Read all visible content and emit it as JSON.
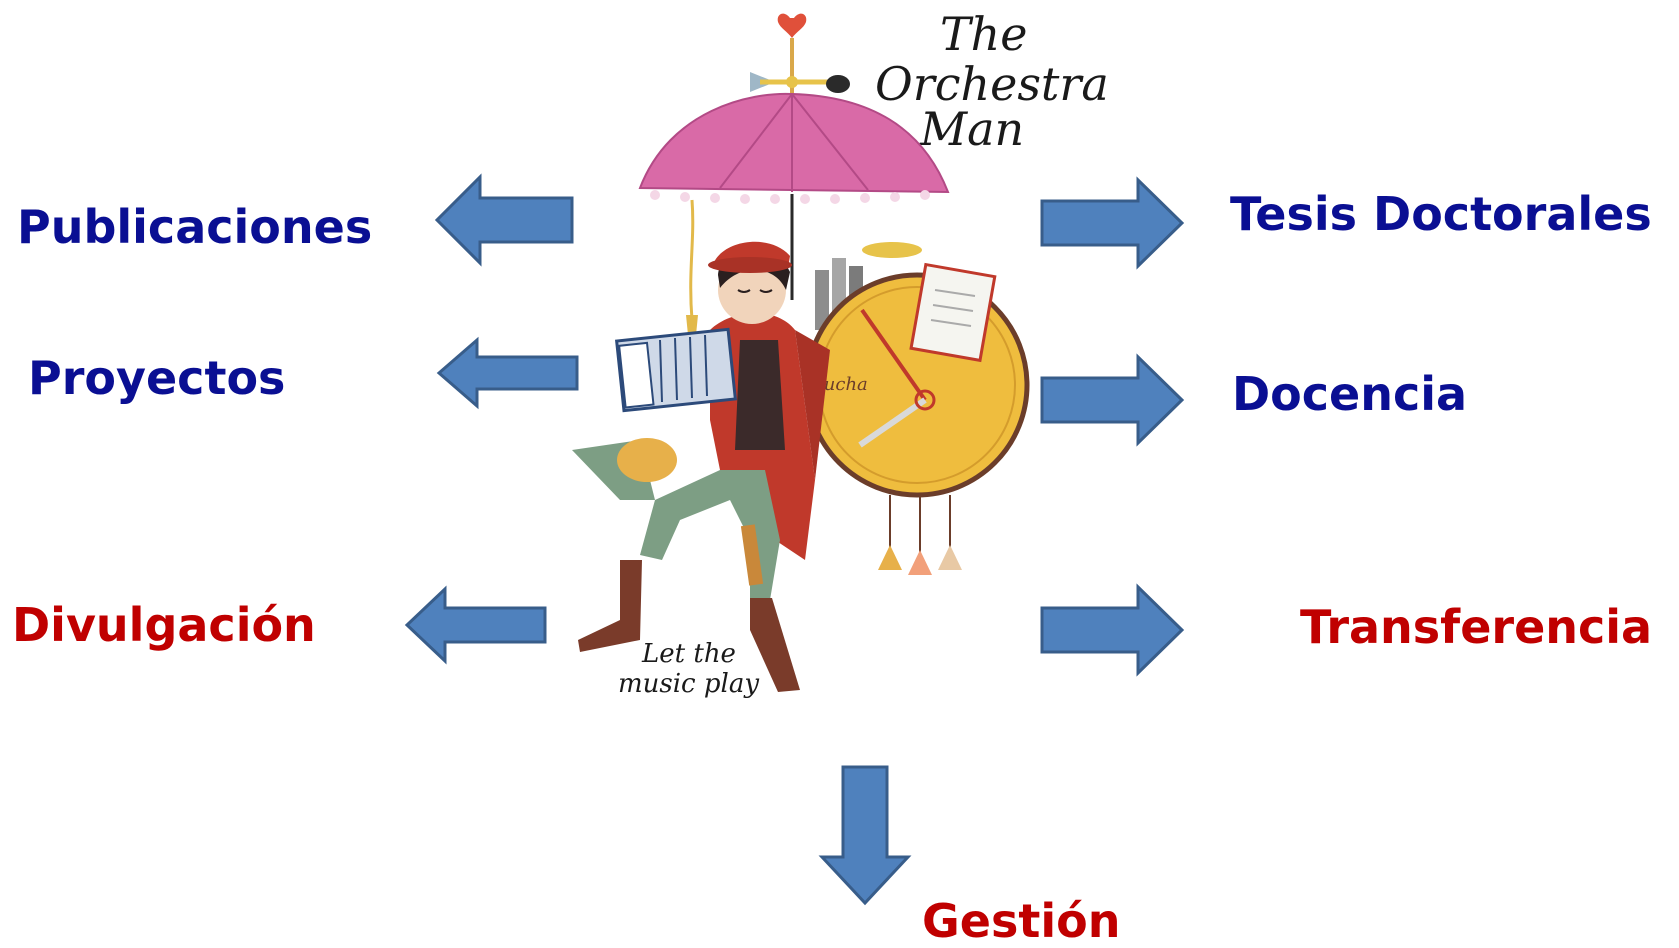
{
  "illustration": {
    "title_lines": [
      "The",
      "Orchestra",
      "Man"
    ],
    "caption_lines": [
      "Let the",
      "music play"
    ],
    "drum_text": "Cucha"
  },
  "labels": {
    "publicaciones": "Publicaciones",
    "proyectos": "Proyectos",
    "divulgacion": "Divulgación",
    "tesis": "Tesis Doctorales",
    "docencia": "Docencia",
    "transferencia": "Transferencia",
    "gestion": "Gestión"
  },
  "colors": {
    "blue_text": "#0a0f93",
    "red_text": "#c00000",
    "arrow_fill": "#4f81bd",
    "arrow_stroke": "#385d8a"
  }
}
